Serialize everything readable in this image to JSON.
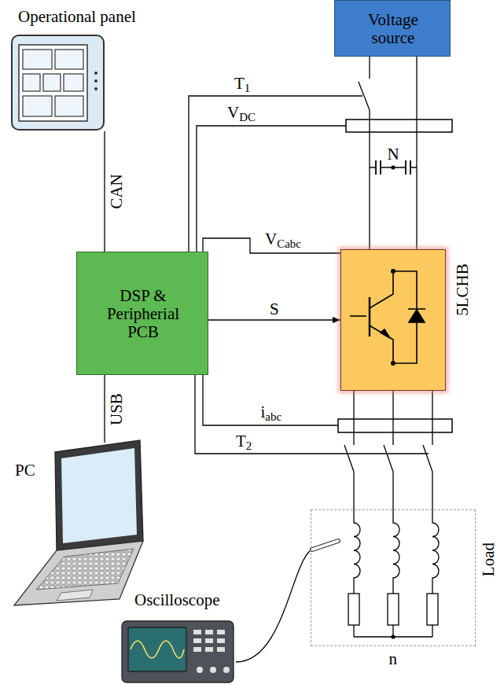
{
  "diagram": {
    "nodes": [
      {
        "text": [
          "Operational panel"
        ]
      },
      {
        "text": [
          "Voltage source"
        ]
      },
      {
        "text": [
          "DSP & Peripherial PCB"
        ]
      },
      {
        "text": [
          "5LCHB"
        ]
      },
      {
        "text": [
          "PC"
        ]
      },
      {
        "text": [
          "Load"
        ]
      },
      {
        "text": [
          "Oscilloscope"
        ]
      }
    ],
    "edges": [
      {
        "from": 0,
        "to": 2,
        "label": "CAN",
        "arrow": "none"
      },
      {
        "from": 2,
        "to": 4,
        "label": "USB",
        "arrow": "none"
      },
      {
        "from": 2,
        "to": 3,
        "label": "S",
        "arrow": "to"
      },
      {
        "from": 2,
        "to": 3,
        "label": "VCabc",
        "arrow": "none"
      },
      {
        "from": 1,
        "to": 3,
        "arrow": "none"
      },
      {
        "from": 3,
        "to": 5,
        "arrow": "none"
      },
      {
        "from": 6,
        "to": 5,
        "arrow": "none"
      }
    ],
    "labels": [
      "T1",
      "VDC",
      "N",
      "iabc",
      "T2",
      "n"
    ]
  }
}
